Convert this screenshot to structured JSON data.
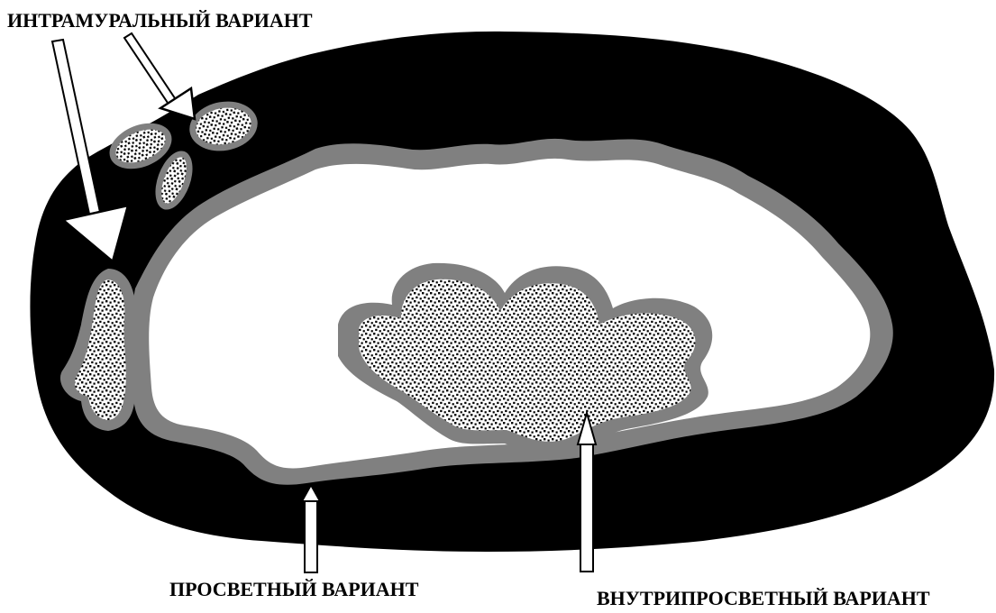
{
  "labels": {
    "intramural": "ИНТРАМУРАЛЬНЫЙ ВАРИАНТ",
    "lumen": "ПРОСВЕТНЫЙ ВАРИАНТ",
    "intraluminal": "ВНУТРИПРОСВЕТНЫЙ ВАРИАНТ"
  },
  "colors": {
    "wall": "#000000",
    "rim": "#808080",
    "lumen": "#ffffff",
    "thrombus_pattern": "stippled black on white"
  }
}
